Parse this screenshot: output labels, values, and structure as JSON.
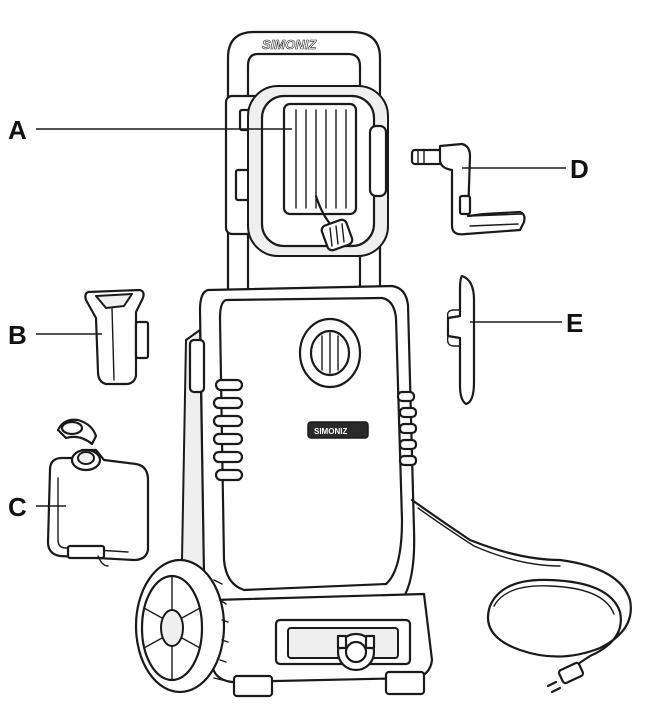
{
  "diagram": {
    "brand_top": "SIMONIZ",
    "brand_body": "SIMONIZ",
    "colors": {
      "line": "#1a1a1a",
      "background": "#ffffff"
    },
    "callouts": [
      {
        "id": "A",
        "label": "A"
      },
      {
        "id": "B",
        "label": "B"
      },
      {
        "id": "C",
        "label": "C"
      },
      {
        "id": "D",
        "label": "D"
      },
      {
        "id": "E",
        "label": "E"
      }
    ]
  }
}
